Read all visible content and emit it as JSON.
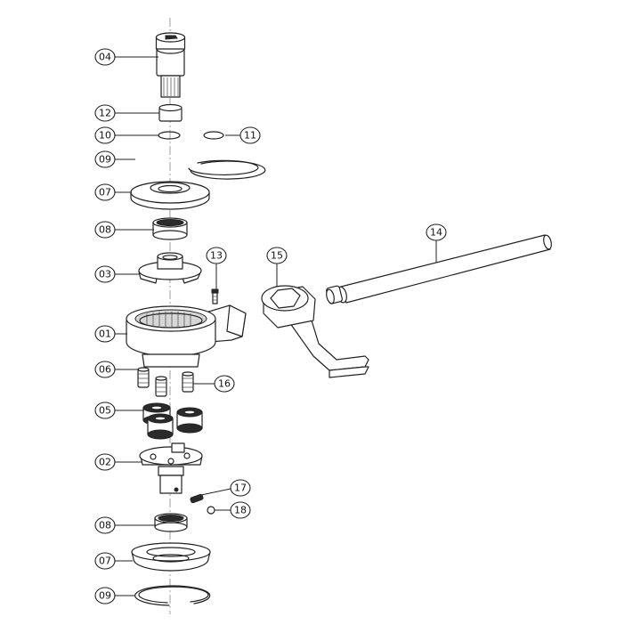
{
  "diagram": {
    "type": "exploded-assembly",
    "part_labels": [
      "01",
      "02",
      "03",
      "04",
      "05",
      "06",
      "07",
      "08",
      "09",
      "10",
      "11",
      "12",
      "13",
      "14",
      "15",
      "16",
      "17",
      "18"
    ],
    "callouts": [
      {
        "id": "label-04",
        "text": "04"
      },
      {
        "id": "label-12",
        "text": "12"
      },
      {
        "id": "label-10",
        "text": "10"
      },
      {
        "id": "label-11",
        "text": "11"
      },
      {
        "id": "label-09-top",
        "text": "09"
      },
      {
        "id": "label-07-top",
        "text": "07"
      },
      {
        "id": "label-08-top",
        "text": "08"
      },
      {
        "id": "label-14",
        "text": "14"
      },
      {
        "id": "label-13",
        "text": "13"
      },
      {
        "id": "label-15",
        "text": "15"
      },
      {
        "id": "label-03",
        "text": "03"
      },
      {
        "id": "label-01",
        "text": "01"
      },
      {
        "id": "label-06",
        "text": "06"
      },
      {
        "id": "label-16",
        "text": "16"
      },
      {
        "id": "label-05",
        "text": "05"
      },
      {
        "id": "label-02",
        "text": "02"
      },
      {
        "id": "label-17",
        "text": "17"
      },
      {
        "id": "label-18",
        "text": "18"
      },
      {
        "id": "label-08-bottom",
        "text": "08"
      },
      {
        "id": "label-07-bottom",
        "text": "07"
      },
      {
        "id": "label-09-bottom",
        "text": "09"
      }
    ]
  }
}
